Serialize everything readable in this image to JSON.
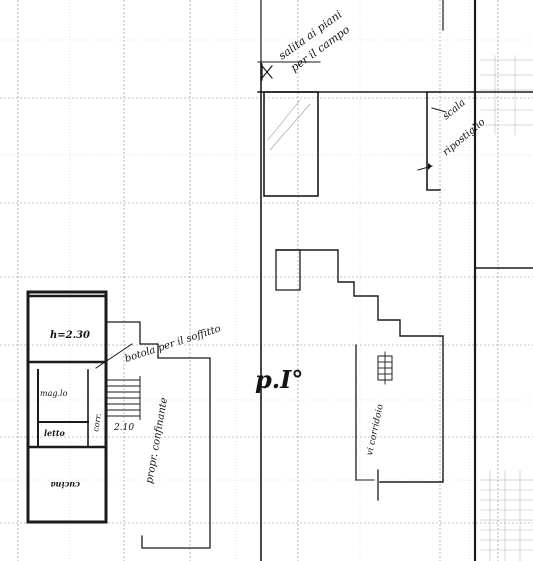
{
  "annotations": {
    "top_note_line1": "salita ai piani",
    "top_note_line2": "per il campo",
    "right_room_a": "scala",
    "right_room_b": "ripostiglio",
    "floor_label": "p.I°",
    "corridor_note": "vi corridoio",
    "left_room_height": "h=2.30",
    "left_room_bedroom": "mag.lo",
    "left_room_bath": "letto",
    "left_room_corridor": "corr.",
    "left_room_kitchen": "cucina",
    "stair_note": "botola per il soffitto",
    "small_height_note": "2.10",
    "side_note": "propr. confinante"
  }
}
